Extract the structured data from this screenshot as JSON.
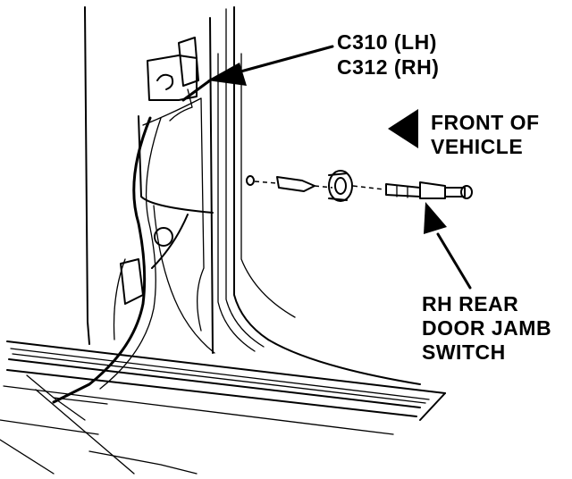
{
  "callouts": {
    "connector": {
      "line1": "C310 (LH)",
      "line2": "C312 (RH)"
    },
    "front": {
      "line1": "FRONT OF",
      "line2": "VEHICLE"
    },
    "switch": {
      "line1": "RH REAR",
      "line2": "DOOR JAMB",
      "line3": "SWITCH"
    }
  },
  "icons": {
    "front_arrow": "left-arrow-icon",
    "leader_arrows": "pointer-arrow-icon"
  },
  "colors": {
    "ink": "#000000",
    "paper": "#ffffff"
  }
}
